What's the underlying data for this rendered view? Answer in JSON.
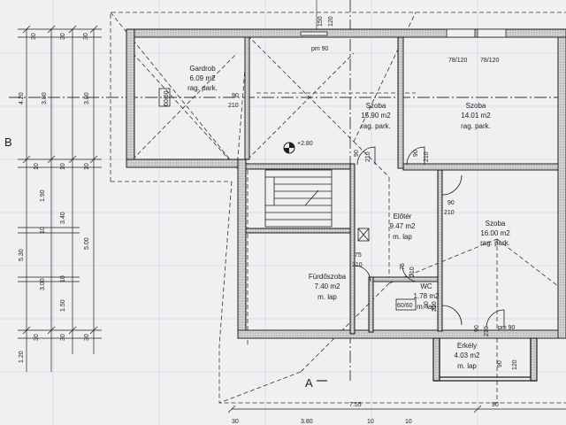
{
  "rooms": [
    {
      "name": "Gardrob",
      "area": "6.09 m2",
      "floor": "rag. park."
    },
    {
      "name": "Szoba",
      "area": "15.90 m2",
      "floor": "rag. park."
    },
    {
      "name": "Szoba",
      "area": "14.01 m2",
      "floor": "rag. park."
    },
    {
      "name": "Előtér",
      "area": "9.47 m2",
      "floor": "m. lap"
    },
    {
      "name": "Szoba",
      "area": "16.00 m2",
      "floor": "rag. park."
    },
    {
      "name": "Fürdőszoba",
      "area": "7.40 m2",
      "floor": "m. lap"
    },
    {
      "name": "WC",
      "area": "1.78 m2",
      "floor": "m. lap"
    },
    {
      "name": "Erkély",
      "area": "4.03 m2",
      "floor": "m. lap"
    }
  ],
  "openings": {
    "pm_top": "pm 90",
    "win_78_a": "78/120",
    "win_78_b": "78/120",
    "gardrob_niche": "60/60",
    "gardrob_door_w": "90",
    "gardrob_door_h": "210",
    "szoba1_door_w": "90",
    "szoba1_door_h": "210",
    "szoba2_door_w": "90",
    "szoba2_door_h": "210",
    "szoba3_door_w": "90",
    "szoba3_door_h": "210",
    "bath_door_w": "75",
    "bath_door_h": "210",
    "wc_door_w": "75",
    "wc_door_h": "210",
    "wc_win": "60/60",
    "wc_door2": "90",
    "wc_door2_h": "210",
    "balcony_door_w": "90",
    "balcony_door_h": "210",
    "pm_bottom": "pm 90",
    "balcony_90": "90",
    "balcony_120": "120"
  },
  "level_mark": "+2.80",
  "section_labels": {
    "b": "B",
    "a": "A"
  },
  "top_dims": {
    "d150": "150",
    "d120": "120"
  },
  "left_dims": {
    "col1": [
      "30",
      "10",
      "1.90",
      "10",
      "3.00",
      "30",
      "1.20"
    ],
    "col1_tick": "4.20",
    "col2": [
      "3.80",
      "10",
      "3.40",
      "10",
      "1.50",
      "30"
    ],
    "col3": [
      "30",
      "3.80",
      "10",
      "5.00",
      "30"
    ],
    "total": "5.30",
    "col0": [
      "30",
      "30"
    ]
  },
  "bottom_dims": {
    "total": "7.55",
    "right": "90",
    "row": [
      "30",
      "3.80",
      "10",
      "10"
    ]
  },
  "colors": {
    "line": "#1e1e1e",
    "paper": "#eef0f2",
    "grid": "#c8d2dc"
  }
}
